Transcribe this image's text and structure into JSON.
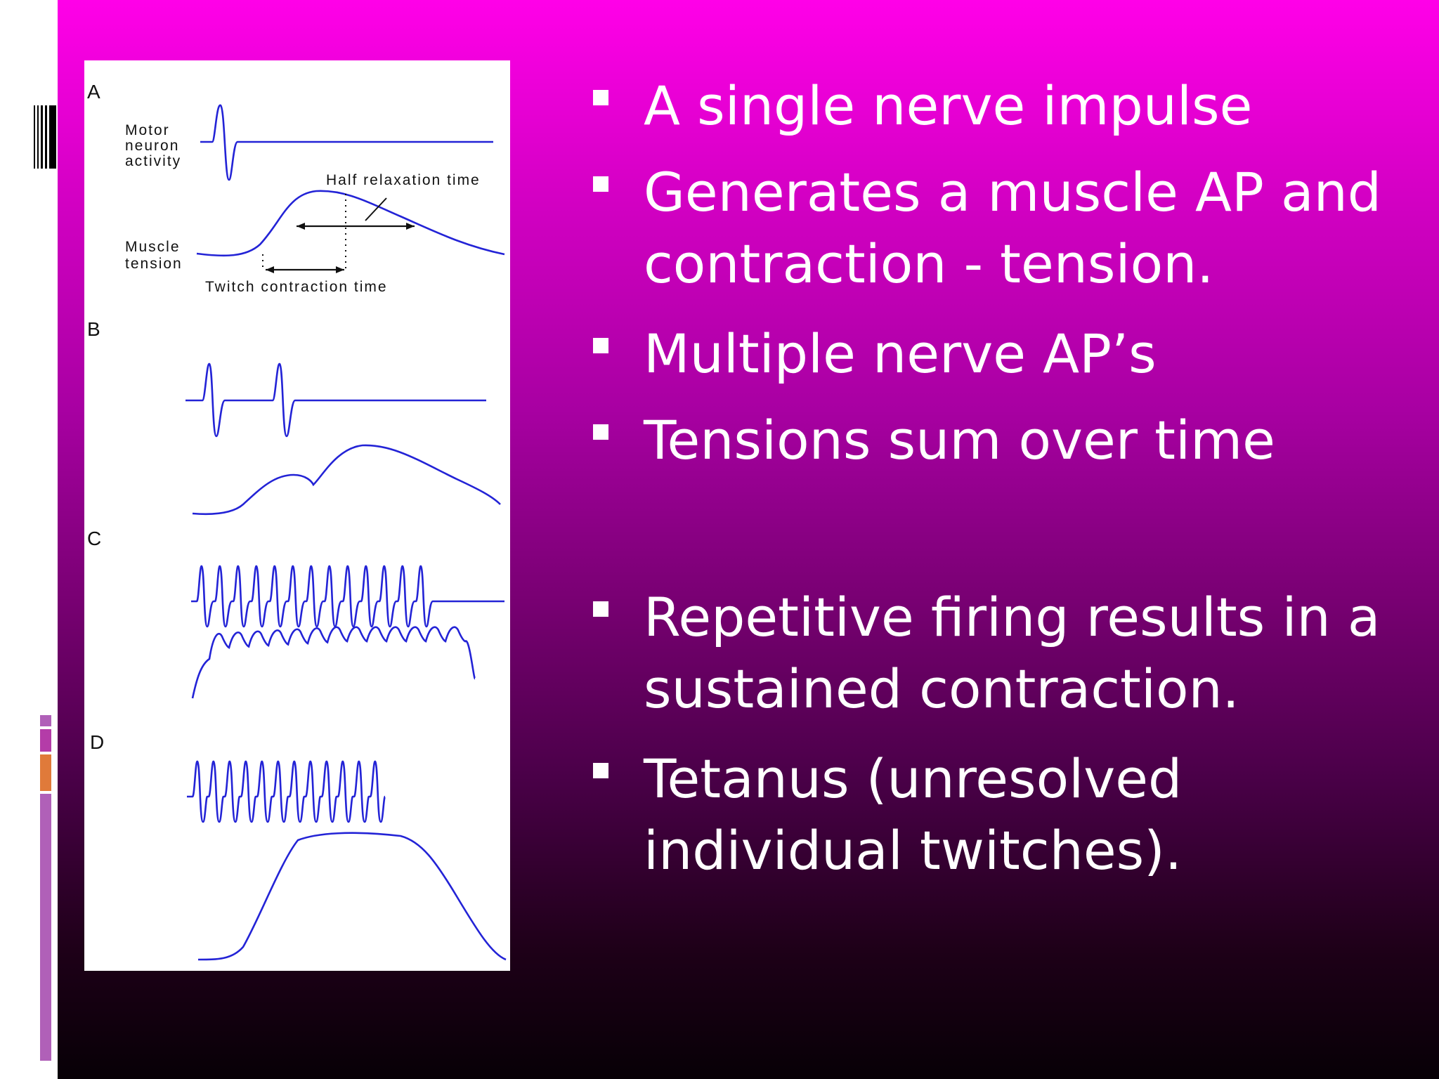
{
  "colors": {
    "gradient_top": "#ff00e8",
    "gradient_bottom": "#070006",
    "trace": "#2323d6",
    "text": "#ffffff",
    "accent_purple": "#b060b8",
    "accent_orange": "#e07a3a"
  },
  "figure": {
    "panel_a": {
      "letter": "A",
      "motor_label": "Motor\nneuron\nactivity",
      "muscle_label": "Muscle\ntension",
      "half_relaxation": "Half relaxation time",
      "twitch_contraction": "Twitch contraction time"
    },
    "panel_b": {
      "letter": "B"
    },
    "panel_c": {
      "letter": "C"
    },
    "panel_d": {
      "letter": "D"
    }
  },
  "bullets": [
    {
      "text": "A single nerve impulse"
    },
    {
      "text": "Generates a muscle AP and\ncontraction - tension."
    },
    {
      "text": "Multiple nerve AP’s"
    },
    {
      "text": "Tensions sum over time"
    },
    {
      "text": "Repetitive firing results in a\nsustained contraction."
    },
    {
      "text": "Tetanus (unresolved\nindividual twitches)."
    }
  ]
}
